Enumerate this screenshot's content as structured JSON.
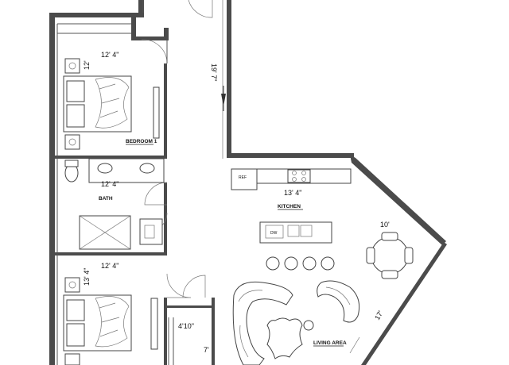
{
  "rooms": {
    "bedroom1": "BEDROOM 1",
    "bath": "BATH",
    "kitchen": "KITCHEN",
    "living": "LIVING AREA"
  },
  "dimensions": {
    "bedroom1_width": "12' 4\"",
    "bedroom1_depth": "12'",
    "hall_length": "19' 7\"",
    "bath_width": "12' 4\"",
    "kitchen_width": "13' 4\"",
    "angled_wall_upper": "10'",
    "bedroom2_width": "12' 4\"",
    "bedroom2_depth": "13' 4\"",
    "closet_width": "4'10\"",
    "closet_depth": "7'",
    "angled_wall_lower": "17'"
  },
  "fixtures": {
    "fridge": "REF",
    "dishwasher": "DW"
  }
}
